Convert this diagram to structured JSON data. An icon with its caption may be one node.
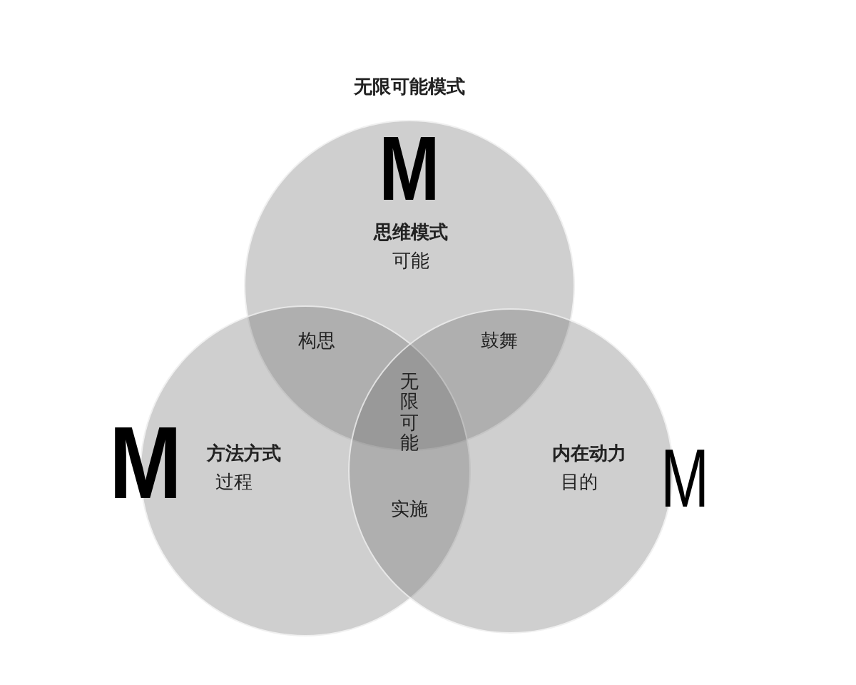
{
  "diagram": {
    "title": "无限可能模式",
    "nodes": [
      {
        "text": [
          "思维模式",
          "可能"
        ]
      },
      {
        "text": [
          "方法方式",
          "过程"
        ]
      },
      {
        "text": [
          "内在动力",
          "目的"
        ]
      }
    ],
    "labels": [
      "M",
      "构思",
      "鼓舞",
      "M",
      "无限可能",
      "M",
      "实施"
    ]
  }
}
